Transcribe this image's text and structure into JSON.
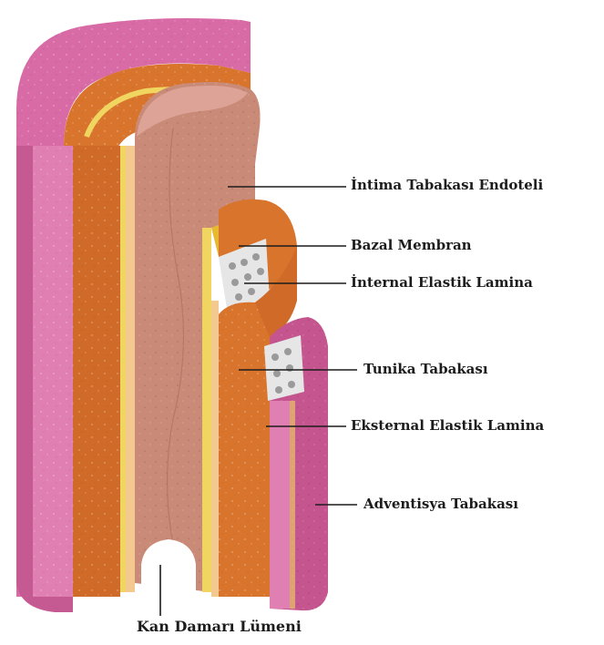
{
  "labels": {
    "intima": "İntima Tabakası Endoteli",
    "bazal": "Bazal Membran",
    "internal": "İnternal Elastik Lamina",
    "tunika": "Tunika Tabakası",
    "eksternal": "Eksternal Elastik Lamina",
    "adventisya": "Adventisya Tabakası",
    "lumen": "Kan Damarı Lümeni"
  },
  "colors": {
    "adventitia": "#d86aa6",
    "adventitia_dark": "#b8477f",
    "media": "#d8742c",
    "media_light": "#e89a45",
    "elastic": "#f0d560",
    "intima": "#c98a78",
    "intima_light": "#dca396",
    "dots": "#9a9a9a"
  }
}
